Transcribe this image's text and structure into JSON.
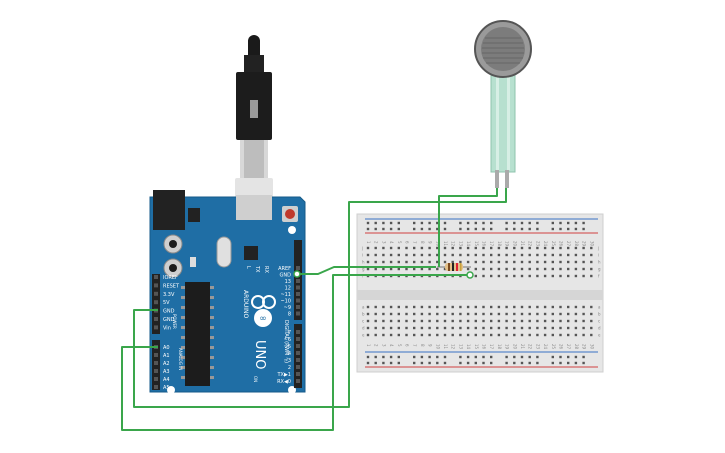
{
  "arduino": {
    "model": "UNO",
    "brand": "ARDUINO",
    "digital_label": "DIGITAL (PWM ~)",
    "power_label": "POWER",
    "analog_label": "ANALOG IN",
    "on_label": "ON",
    "power_pins": [
      "IOREF",
      "RESET",
      "3.3V",
      "5V",
      "GND",
      "GND",
      "Vin"
    ],
    "analog_pins": [
      "A0",
      "A1",
      "A2",
      "A3",
      "A4",
      "A5"
    ],
    "digital_top": [
      "AREF",
      "GND",
      "13",
      "12",
      "~11",
      "~10",
      "~9",
      "8"
    ],
    "digital_bottom": [
      "7",
      "~6",
      "~5",
      "4",
      "~3",
      "2",
      "TX▶1",
      "RX◀0"
    ],
    "led_labels": [
      "L",
      "TX",
      "RX"
    ],
    "color": "#1f6ea5"
  },
  "breadboard": {
    "column_numbers": [
      "1",
      "2",
      "3",
      "4",
      "5",
      "6",
      "7",
      "8",
      "9",
      "10",
      "11",
      "12",
      "13",
      "14",
      "15",
      "16",
      "17",
      "18",
      "19",
      "20",
      "21",
      "22",
      "23",
      "24",
      "25",
      "26",
      "27",
      "28",
      "29",
      "30"
    ],
    "row_letters_top": [
      "a",
      "b",
      "c",
      "d",
      "e"
    ],
    "row_letters_bottom": [
      "f",
      "g",
      "h",
      "i",
      "j"
    ]
  },
  "wires": {
    "color": "#3aa64b"
  },
  "components": {
    "sensor": "force-sensitive-resistor",
    "resistor": "resistor",
    "cable": "usb-cable"
  }
}
